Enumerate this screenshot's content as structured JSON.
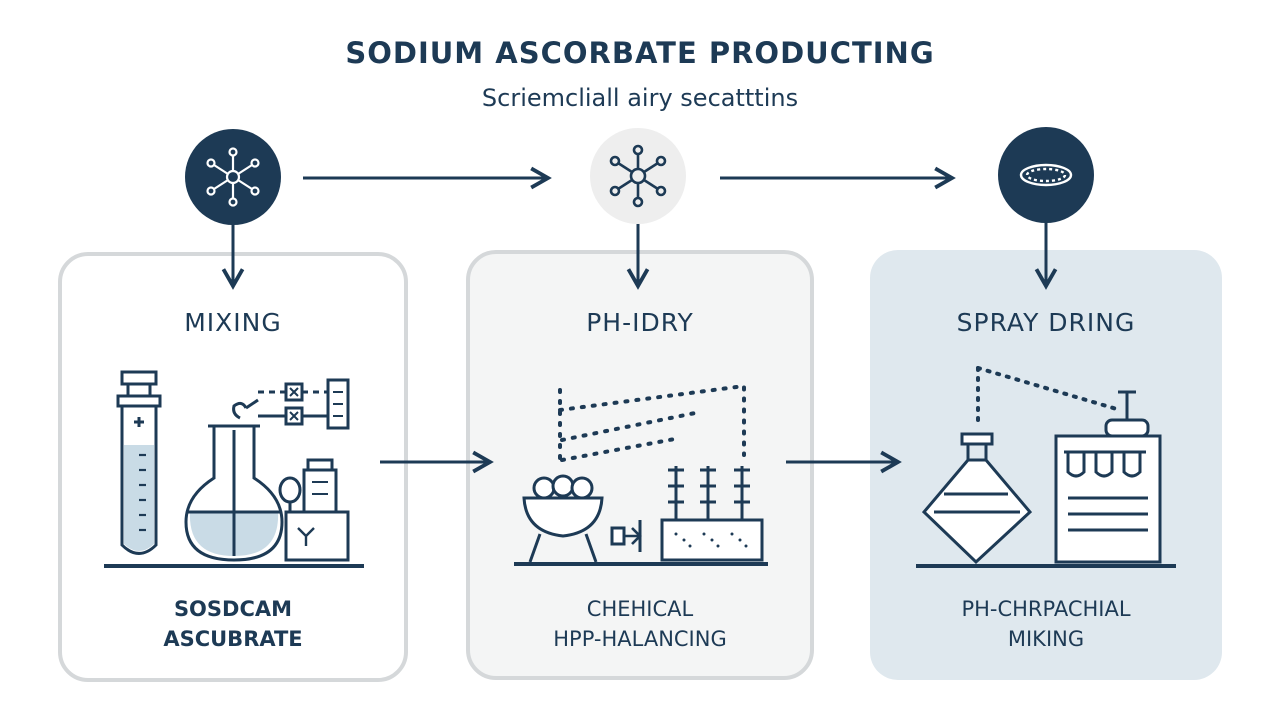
{
  "header": {
    "title": "SODIUM ASCORBATE PRODUCTING",
    "subtitle": "Scriemcliall airy secatttins"
  },
  "steps": [
    {
      "title": "MIXING",
      "caption_lines": [
        "SOSDCAM",
        "ASCUBRATE"
      ],
      "icon": "molecule-icon",
      "icon_style": "dark"
    },
    {
      "title": "PH-IDRY",
      "caption_lines": [
        "CHEHICAL",
        "HPP-HALANCING"
      ],
      "icon": "molecule-icon",
      "icon_style": "light"
    },
    {
      "title": "SPRAY DRING",
      "caption_lines": [
        "PH-CHRPACHIAL",
        "MIKING"
      ],
      "icon": "ring-icon",
      "icon_style": "dark"
    }
  ],
  "colors": {
    "navy": "#1d3a55",
    "panel_border": "#d5d8da",
    "panel2_fill": "#f4f5f5",
    "panel3_fill": "#dfe8ee",
    "liquid": "#c9dbe6"
  }
}
